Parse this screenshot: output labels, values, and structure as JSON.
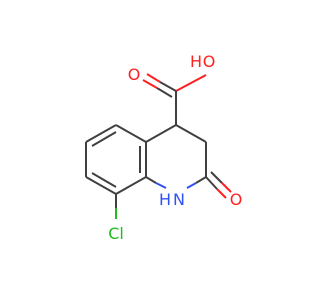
{
  "atoms": {
    "hydroxyl_h": "H",
    "hydroxyl_o": "O",
    "carbonyl_o_acid": "O",
    "carbonyl_o_lactam": "O",
    "amide_n": "N",
    "amide_h": "H",
    "chlorine": "Cl"
  },
  "colors": {
    "bond": "#404040",
    "oxygen": "#ff2020",
    "nitrogen": "#3050f8",
    "chlorine": "#1fbb1f"
  }
}
